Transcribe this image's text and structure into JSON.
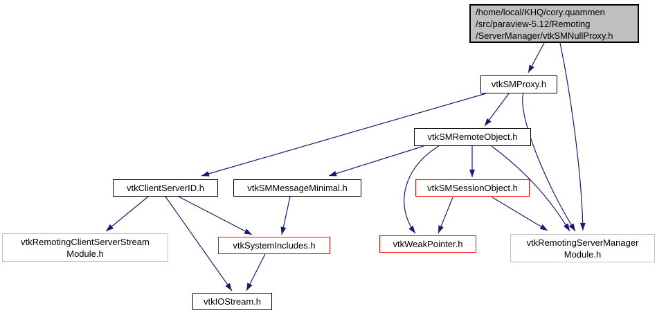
{
  "diagram": {
    "type": "include-dependency-graph",
    "colors": {
      "edge": "#191970",
      "main_node_fill": "#bfbfbf",
      "default_border": "#000000",
      "truncated_border": "#ff0000",
      "module_border": "#bebebe",
      "background": "#ffffff"
    },
    "nodes": {
      "main": {
        "label": "/home/local/KHQ/cory.quammen\n/src/paraview-5.12/Remoting\n/ServerManager/vtkSMNullProxy.h"
      },
      "smproxy": {
        "label": "vtkSMProxy.h"
      },
      "smremoteobject": {
        "label": "vtkSMRemoteObject.h"
      },
      "clientserverid": {
        "label": "vtkClientServerID.h"
      },
      "smmessageminimal": {
        "label": "vtkSMMessageMinimal.h"
      },
      "smsessionobject": {
        "label": "vtkSMSessionObject.h"
      },
      "remotingclientserverstreammodule": {
        "label": "vtkRemotingClientServerStream\nModule.h"
      },
      "systemincludes": {
        "label": "vtkSystemIncludes.h"
      },
      "weakpointer": {
        "label": "vtkWeakPointer.h"
      },
      "remotingservermanagermodule": {
        "label": "vtkRemotingServerManager\nModule.h"
      },
      "iostream": {
        "label": "vtkIOStream.h"
      }
    },
    "edges": [
      {
        "from": "/ServerManager/vtkSMNullProxy.h",
        "to": "vtkSMProxy.h"
      },
      {
        "from": "/ServerManager/vtkSMNullProxy.h",
        "to": "vtkRemotingServerManagerModule.h"
      },
      {
        "from": "vtkSMProxy.h",
        "to": "vtkClientServerID.h"
      },
      {
        "from": "vtkSMProxy.h",
        "to": "vtkSMRemoteObject.h"
      },
      {
        "from": "vtkSMProxy.h",
        "to": "vtkRemotingServerManagerModule.h"
      },
      {
        "from": "vtkSMRemoteObject.h",
        "to": "vtkSMMessageMinimal.h"
      },
      {
        "from": "vtkSMRemoteObject.h",
        "to": "vtkSMSessionObject.h"
      },
      {
        "from": "vtkSMRemoteObject.h",
        "to": "vtkWeakPointer.h"
      },
      {
        "from": "vtkSMRemoteObject.h",
        "to": "vtkRemotingServerManagerModule.h"
      },
      {
        "from": "vtkSMSessionObject.h",
        "to": "vtkWeakPointer.h"
      },
      {
        "from": "vtkSMSessionObject.h",
        "to": "vtkRemotingServerManagerModule.h"
      },
      {
        "from": "vtkClientServerID.h",
        "to": "vtkRemotingClientServerStreamModule.h"
      },
      {
        "from": "vtkClientServerID.h",
        "to": "vtkSystemIncludes.h"
      },
      {
        "from": "vtkClientServerID.h",
        "to": "vtkIOStream.h"
      },
      {
        "from": "vtkSMMessageMinimal.h",
        "to": "vtkSystemIncludes.h"
      },
      {
        "from": "vtkSystemIncludes.h",
        "to": "vtkIOStream.h"
      }
    ]
  }
}
